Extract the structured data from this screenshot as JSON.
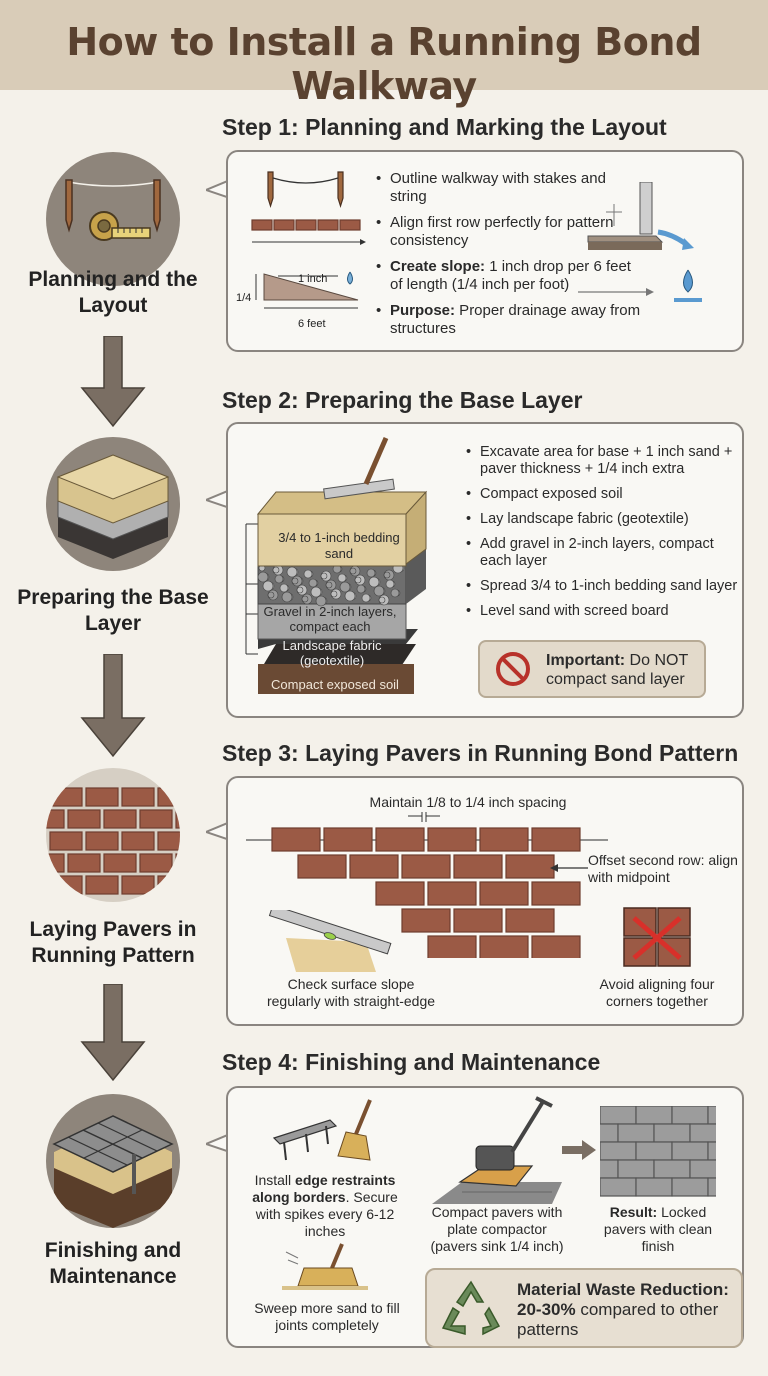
{
  "title": "How to Install a Running Bond Walkway",
  "colors": {
    "title_bg": "#d9ccb8",
    "title_text": "#5a4230",
    "brick": "#9b5a45",
    "brick_dark": "#6e3d2e",
    "sand": "#e2d0a2",
    "gravel": "#9a9a9a",
    "arrow": "#7a6e63"
  },
  "left_labels": [
    "Planning and the Layout",
    "Preparing the Base Layer",
    "Laying Pavers in Running Pattern",
    "Finishing and Maintenance"
  ],
  "step1": {
    "title": "Step 1: Planning and Marking the Layout",
    "bullets": [
      {
        "bold": "",
        "text": "Outline walkway with stakes and string"
      },
      {
        "bold": "",
        "text": "Align first row perfectly for pattern consistency"
      },
      {
        "bold": "Create slope:",
        "text": " 1 inch drop per 6 feet of length (1/4 inch per foot)"
      },
      {
        "bold": "Purpose:",
        "text": " Proper drainage away from structures"
      }
    ],
    "slope_top": "1 inch",
    "slope_side": "1/4",
    "slope_bottom": "6 feet"
  },
  "step2": {
    "title": "Step 2: Preparing the Base Layer",
    "bullets": [
      "Excavate area for base + 1 inch sand + paver thickness + 1/4 inch extra",
      "Compact exposed soil",
      "Lay landscape fabric (geotextile)",
      "Add gravel in 2-inch layers, compact each layer",
      "Spread 3/4 to 1-inch bedding sand layer",
      "Level sand with screed board"
    ],
    "layer_labels": {
      "sand": "3/4 to 1-inch bedding sand",
      "gravel": "Gravel in 2-inch layers, compact each",
      "fabric": "Landscape fabric (geotextile)",
      "soil": "Compact exposed soil"
    },
    "important_bold": "Important:",
    "important_text": " Do NOT compact sand layer"
  },
  "step3": {
    "title": "Step 3: Laying Pavers in Running Bond Pattern",
    "spacing": "Maintain 1/8 to 1/4 inch spacing",
    "offset": "Offset second row: align with midpoint",
    "check": "Check surface slope regularly with straight-edge",
    "avoid": "Avoid aligning four corners together"
  },
  "step4": {
    "title": "Step 4: Finishing and Maintenance",
    "edge_pre": "Install ",
    "edge_bold": "edge restraints along borders",
    "edge_post": ". Secure with spikes every 6-12 inches",
    "compact": "Compact pavers with plate compactor (pavers sink 1/4 inch)",
    "result_bold": "Result:",
    "result_text": " Locked pavers with clean finish",
    "sweep": "Sweep more sand to fill joints completely",
    "waste_bold": "Material Waste Reduction: 20-30%",
    "waste_text": " compared to other patterns"
  }
}
